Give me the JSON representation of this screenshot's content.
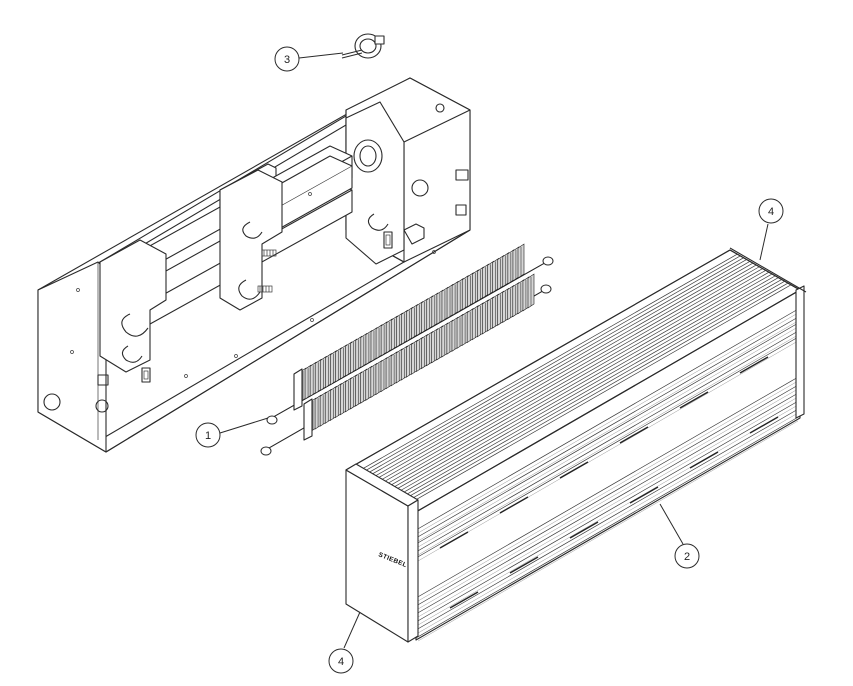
{
  "callouts": [
    {
      "id": "1",
      "label": "1"
    },
    {
      "id": "2",
      "label": "2"
    },
    {
      "id": "3",
      "label": "3"
    },
    {
      "id": "4a",
      "label": "4"
    },
    {
      "id": "4b",
      "label": "4"
    }
  ],
  "brand_logo": "STIEBEL"
}
